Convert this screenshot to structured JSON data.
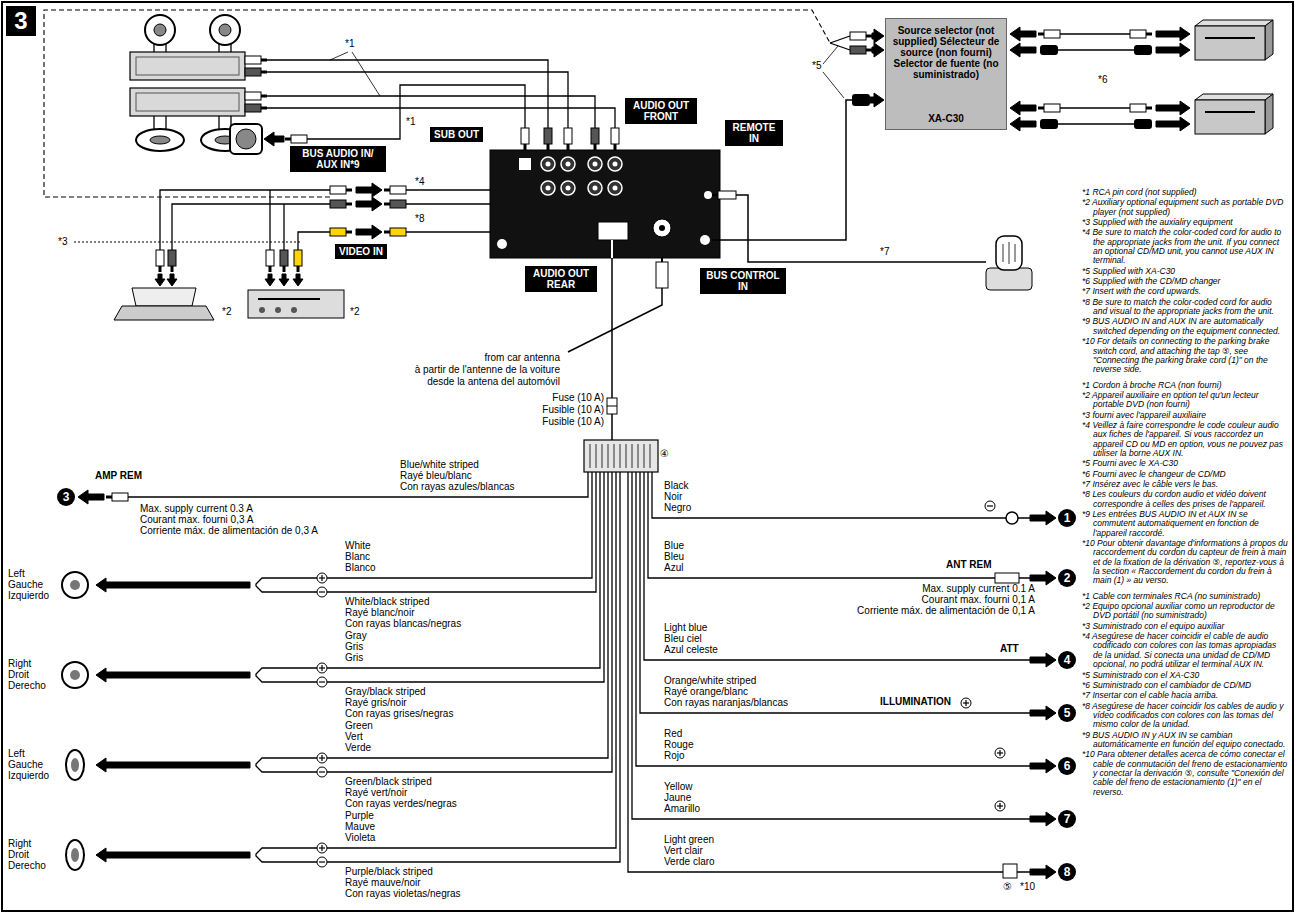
{
  "diagram": {
    "nodes": [
      {
        "text": [
          "3"
        ]
      },
      {
        "text": [
          "BUS AUDIO IN/ AUX IN*9"
        ]
      },
      {
        "text": [
          "SUB OUT"
        ]
      },
      {
        "text": [
          "AUDIO OUT FRONT"
        ]
      },
      {
        "text": [
          "REMOTE IN"
        ]
      },
      {
        "text": [
          "VIDEO IN"
        ]
      },
      {
        "text": [
          "AUDIO OUT REAR"
        ]
      },
      {
        "text": [
          "BUS CONTROL IN"
        ]
      },
      {
        "text": [
          "Source selector (not supplied) Sélecteur de source (non fourni) Selector de fuente (no suministrado)",
          "XA-C30"
        ]
      },
      {
        "text": [
          "3"
        ]
      },
      {
        "text": [
          "1"
        ]
      },
      {
        "text": [
          "2"
        ]
      },
      {
        "text": [
          "4"
        ]
      },
      {
        "text": [
          "5"
        ]
      },
      {
        "text": [
          "6"
        ]
      },
      {
        "text": [
          "7"
        ]
      },
      {
        "text": [
          "8"
        ]
      }
    ],
    "labels": [
      "*1",
      "*1",
      "*5",
      "*6",
      "*3",
      "*4",
      "*8",
      "*2",
      "*2",
      "*7",
      "from car antenna",
      "à partir de l'antenne de la voiture",
      "desde la antena del automóvil",
      "Fuse (10 A)",
      "Fusible (10 A)",
      "Fusible (10 A)",
      "④",
      "Blue/white striped",
      "Rayé bleu/blanc",
      "Con rayas azules/blancas",
      "AMP REM",
      "Max. supply current 0.3 A",
      "Courant max. fourni 0,3 A",
      "Corriente máx. de alimentación de 0,3 A",
      "White",
      "Blanc",
      "Blanco",
      "Left",
      "Gauche",
      "Izquierdo",
      "White/black striped",
      "Rayé blanc/noir",
      "Con rayas blancas/negras",
      "Gray",
      "Gris",
      "Gris",
      "Right",
      "Droit",
      "Derecho",
      "Gray/black striped",
      "Rayé gris/noir",
      "Con rayas grises/negras",
      "Green",
      "Vert",
      "Verde",
      "Left",
      "Gauche",
      "Izquierdo",
      "Green/black striped",
      "Rayé vert/noir",
      "Con rayas verdes/negras",
      "Purple",
      "Mauve",
      "Violeta",
      "Right",
      "Droit",
      "Derecho",
      "Purple/black striped",
      "Rayé mauve/noir",
      "Con rayas violetas/negras",
      "Black",
      "Noir",
      "Negro",
      "Blue",
      "Bleu",
      "Azul",
      "ANT REM",
      "Max. supply current 0.1 A",
      "Courant max. fourni 0,1 A",
      "Corriente máx. de alimentación de 0,1 A",
      "Light blue",
      "Bleu ciel",
      "Azul celeste",
      "ATT",
      "Orange/white striped",
      "Rayé orange/blanc",
      "Con rayas naranjas/blancas",
      "ILLUMINATION",
      "Red",
      "Rouge",
      "Rojo",
      "Yellow",
      "Jaune",
      "Amarillo",
      "Light green",
      "Vert clair",
      "Verde claro",
      "⑤",
      "*10",
      "*1 RCA pin cord (not supplied)",
      "*2 Auxiliary optional equipment such as portable DVD player (not supplied)",
      "*3 Supplied with the auxialiry equipment",
      "*4 Be sure to match the color-coded cord for audio to the appropriate jacks from the unit. If you connect an optional CD/MD unit, you cannot use AUX IN terminal.",
      "*5 Supplied with XA-C30",
      "*6 Supplied with the CD/MD changer",
      "*7 Insert with the cord upwards.",
      "*8 Be sure to match the color-coded cord for audio and visual to the appropriate jacks from the unit.",
      "*9 BUS AUDIO IN and AUX IN are automatically switched depending on the equipment connected.",
      "*10 For details on connecting to the parking brake switch cord, and attaching the tap ⑤, see \"Connecting the parking brake cord (1)\" on the reverse side.",
      "*1 Cordon à broche RCA (non fourni)",
      "*2 Appareil auxiliaire en option tel qu'un lecteur portable DVD (non fourni)",
      "*3 fourni avec l'appareil auxiliaire",
      "*4 Veillez à faire correspondre le code couleur audio aux fiches de l'appareil. Si vous raccordez un appareil CD ou MD en option, vous ne pouvez pas utiliser la borne AUX IN.",
      "*5 Fourni avec le XA-C30",
      "*6 Fourni avec le changeur de CD/MD",
      "*7 Insérez avec le câble vers le bas.",
      "*8 Les couleurs du cordon audio et vidéo doivent correspondre à celles des prises de l'appareil.",
      "*9 Les entrées BUS AUDIO IN et AUX IN se commutent automatiquement en fonction de l'appareil raccordé.",
      "*10 Pour obtenir davantage d'informations à propos du raccordement du cordon du capteur de frein à main et de la fixation de la dérivation ⑤, reportez-vous à la section « Raccordement du cordon du frein à main (1) » au verso.",
      "*1 Cable con terminales RCA (no suministrado)",
      "*2 Equipo opcional auxiliar como un reproductor de DVD portátil (no suministrado)",
      "*3 Suministrado con el equipo auxiliar",
      "*4 Asegúrese de hacer coincidir el cable de audio codificado con colores con las tomas apropiadas de la unidad. Si conecta una unidad de CD/MD opcional, no podrá utilizar el terminal AUX IN.",
      "*5 Suministrado con el XA-C30",
      "*6 Suministrado con el cambiador de CD/MD",
      "*7 Insertar con el cable hacia arriba.",
      "*8 Asegúrese de hacer coincidir los cables de audio y vídeo codificados con colores con las tomas del mismo color de la unidad.",
      "*9 BUS AUDIO IN y AUX IN se cambian automáticamente en función del equipo conectado.",
      "*10 Para obtener detalles acerca de cómo conectar el cable de conmutación del freno de estacionamiento y conectar la derivación ⑤, consulte \"Conexión del cable del freno de estacionamiento (1)\" en el reverso."
    ]
  }
}
